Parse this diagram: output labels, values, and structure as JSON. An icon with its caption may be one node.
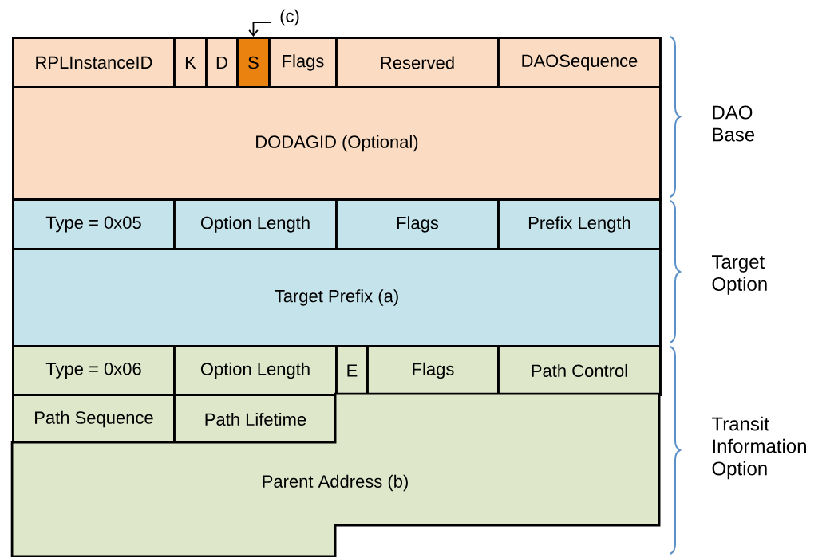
{
  "diagram": {
    "nodes": [
      {
        "text": [
          "(c)"
        ]
      },
      {
        "text": [
          "RPLInstanceID"
        ]
      },
      {
        "text": [
          "K"
        ]
      },
      {
        "text": [
          "D"
        ]
      },
      {
        "text": [
          "S"
        ]
      },
      {
        "text": [
          "Flags"
        ]
      },
      {
        "text": [
          "Reserved"
        ]
      },
      {
        "text": [
          "DAOSequence"
        ]
      },
      {
        "text": [
          "DODAGID (Optional)"
        ]
      },
      {
        "text": [
          "Type = 0x05"
        ]
      },
      {
        "text": [
          "Option Length"
        ]
      },
      {
        "text": [
          "Flags"
        ]
      },
      {
        "text": [
          "Prefix Length"
        ]
      },
      {
        "text": [
          "Target Prefix (a)"
        ]
      },
      {
        "text": [
          "Type = 0x06"
        ]
      },
      {
        "text": [
          "Option Length"
        ]
      },
      {
        "text": [
          "E"
        ]
      },
      {
        "text": [
          "Flags"
        ]
      },
      {
        "text": [
          "Path Control"
        ]
      },
      {
        "text": [
          "Path Sequence"
        ]
      },
      {
        "text": [
          "Path Lifetime"
        ]
      },
      {
        "text": [
          "Parent Address (b)"
        ]
      }
    ],
    "edges": [
      {
        "from": 0,
        "to": 4,
        "arrow": "to"
      }
    ],
    "labels": [
      "DAO Base",
      "Target Option",
      "Transit Information Option"
    ]
  }
}
